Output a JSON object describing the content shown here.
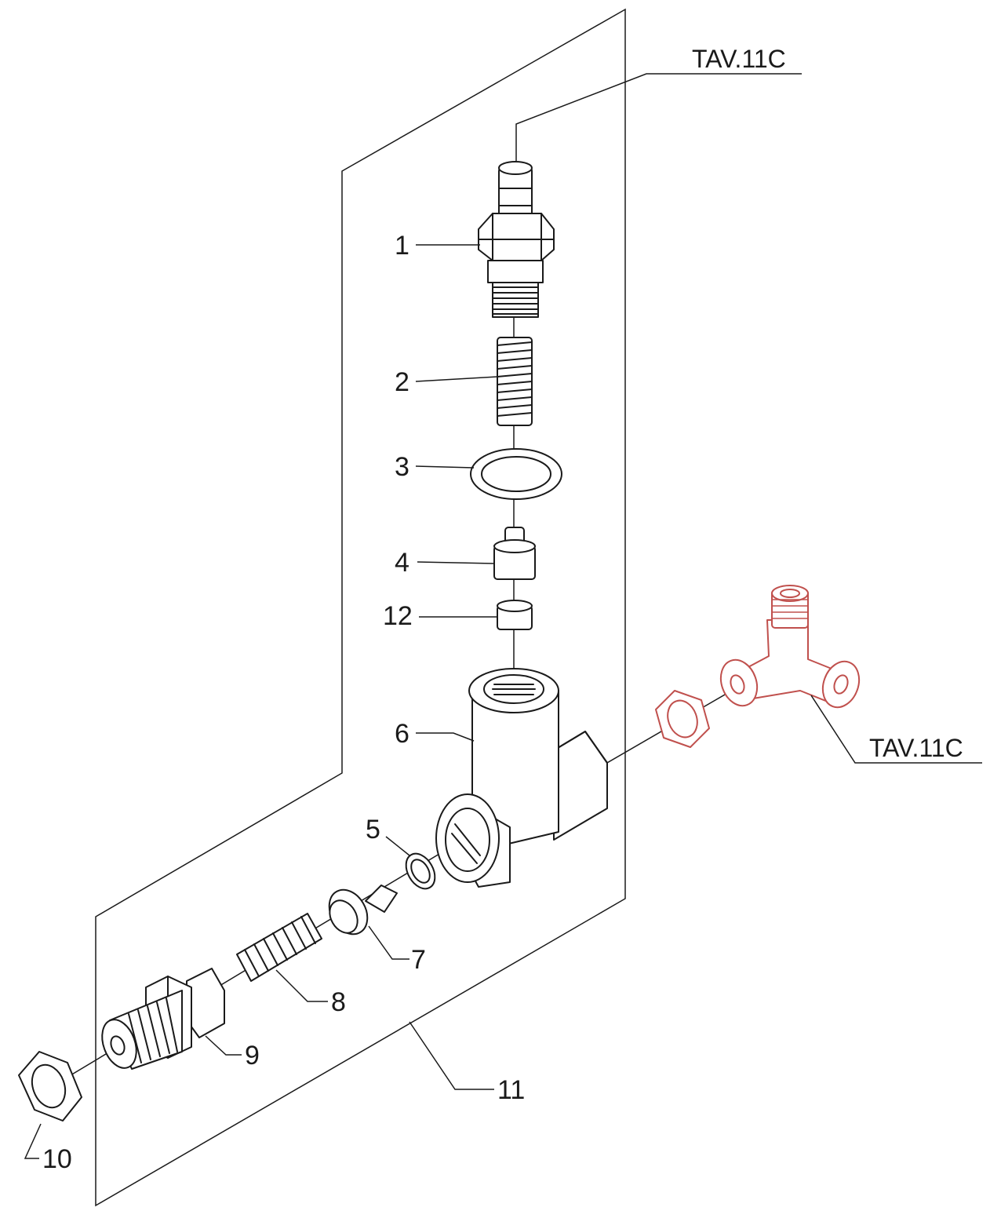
{
  "references": {
    "top": "TAV.11C",
    "right": "TAV.11C"
  },
  "labels": {
    "p1": "1",
    "p2": "2",
    "p3": "3",
    "p4": "4",
    "p12": "12",
    "p6": "6",
    "p5": "5",
    "p7": "7",
    "p8": "8",
    "p9": "9",
    "p10": "10",
    "p11": "11"
  },
  "colors": {
    "line": "#1a1a1a",
    "reference_part": "#c0504d"
  }
}
